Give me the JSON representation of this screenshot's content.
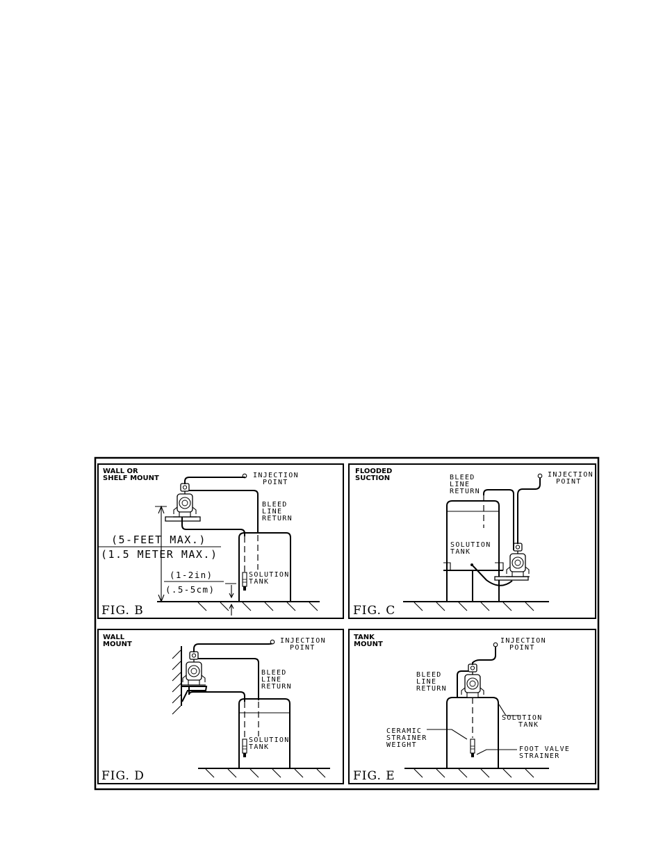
{
  "panels": {
    "b": {
      "title_line1": "WALL OR",
      "title_line2": "SHELF MOUNT",
      "injection_line1": "INJECTION",
      "injection_line2": "POINT",
      "bleed_line1": "BLEED",
      "bleed_line2": "LINE",
      "bleed_line3": "RETURN",
      "feet_max": "(5-FEET MAX.)",
      "meter_max": "(1.5 METER MAX.)",
      "inch_range": "(1-2in)",
      "cm_range": "(.5-5cm)",
      "tank_line1": "SOLUTION",
      "tank_line2": "TANK",
      "fig_label": "FIG. B"
    },
    "c": {
      "title_line1": "FLOODED",
      "title_line2": "SUCTION",
      "injection_line1": "INJECTION",
      "injection_line2": "POINT",
      "bleed_line1": "BLEED",
      "bleed_line2": "LINE",
      "bleed_line3": "RETURN",
      "tank_line1": "SOLUTION",
      "tank_line2": "TANK",
      "fig_label": "FIG. C"
    },
    "d": {
      "title_line1": "WALL",
      "title_line2": "MOUNT",
      "injection_line1": "INJECTION",
      "injection_line2": "POINT",
      "bleed_line1": "BLEED",
      "bleed_line2": "LINE",
      "bleed_line3": "RETURN",
      "tank_line1": "SOLUTION",
      "tank_line2": "TANK",
      "fig_label": "FIG. D"
    },
    "e": {
      "title_line1": "TANK",
      "title_line2": "MOUNT",
      "injection_line1": "INJECTION",
      "injection_line2": "POINT",
      "bleed_line1": "BLEED",
      "bleed_line2": "LINE",
      "bleed_line3": "RETURN",
      "tank_line1": "SOLUTION",
      "tank_line2": "TANK",
      "weight_line1": "CERAMIC",
      "weight_line2": "STRAINER",
      "weight_line3": "WEIGHT",
      "foot_line1": "FOOT VALVE",
      "foot_line2": "STRAINER",
      "fig_label": "FIG. E"
    }
  }
}
